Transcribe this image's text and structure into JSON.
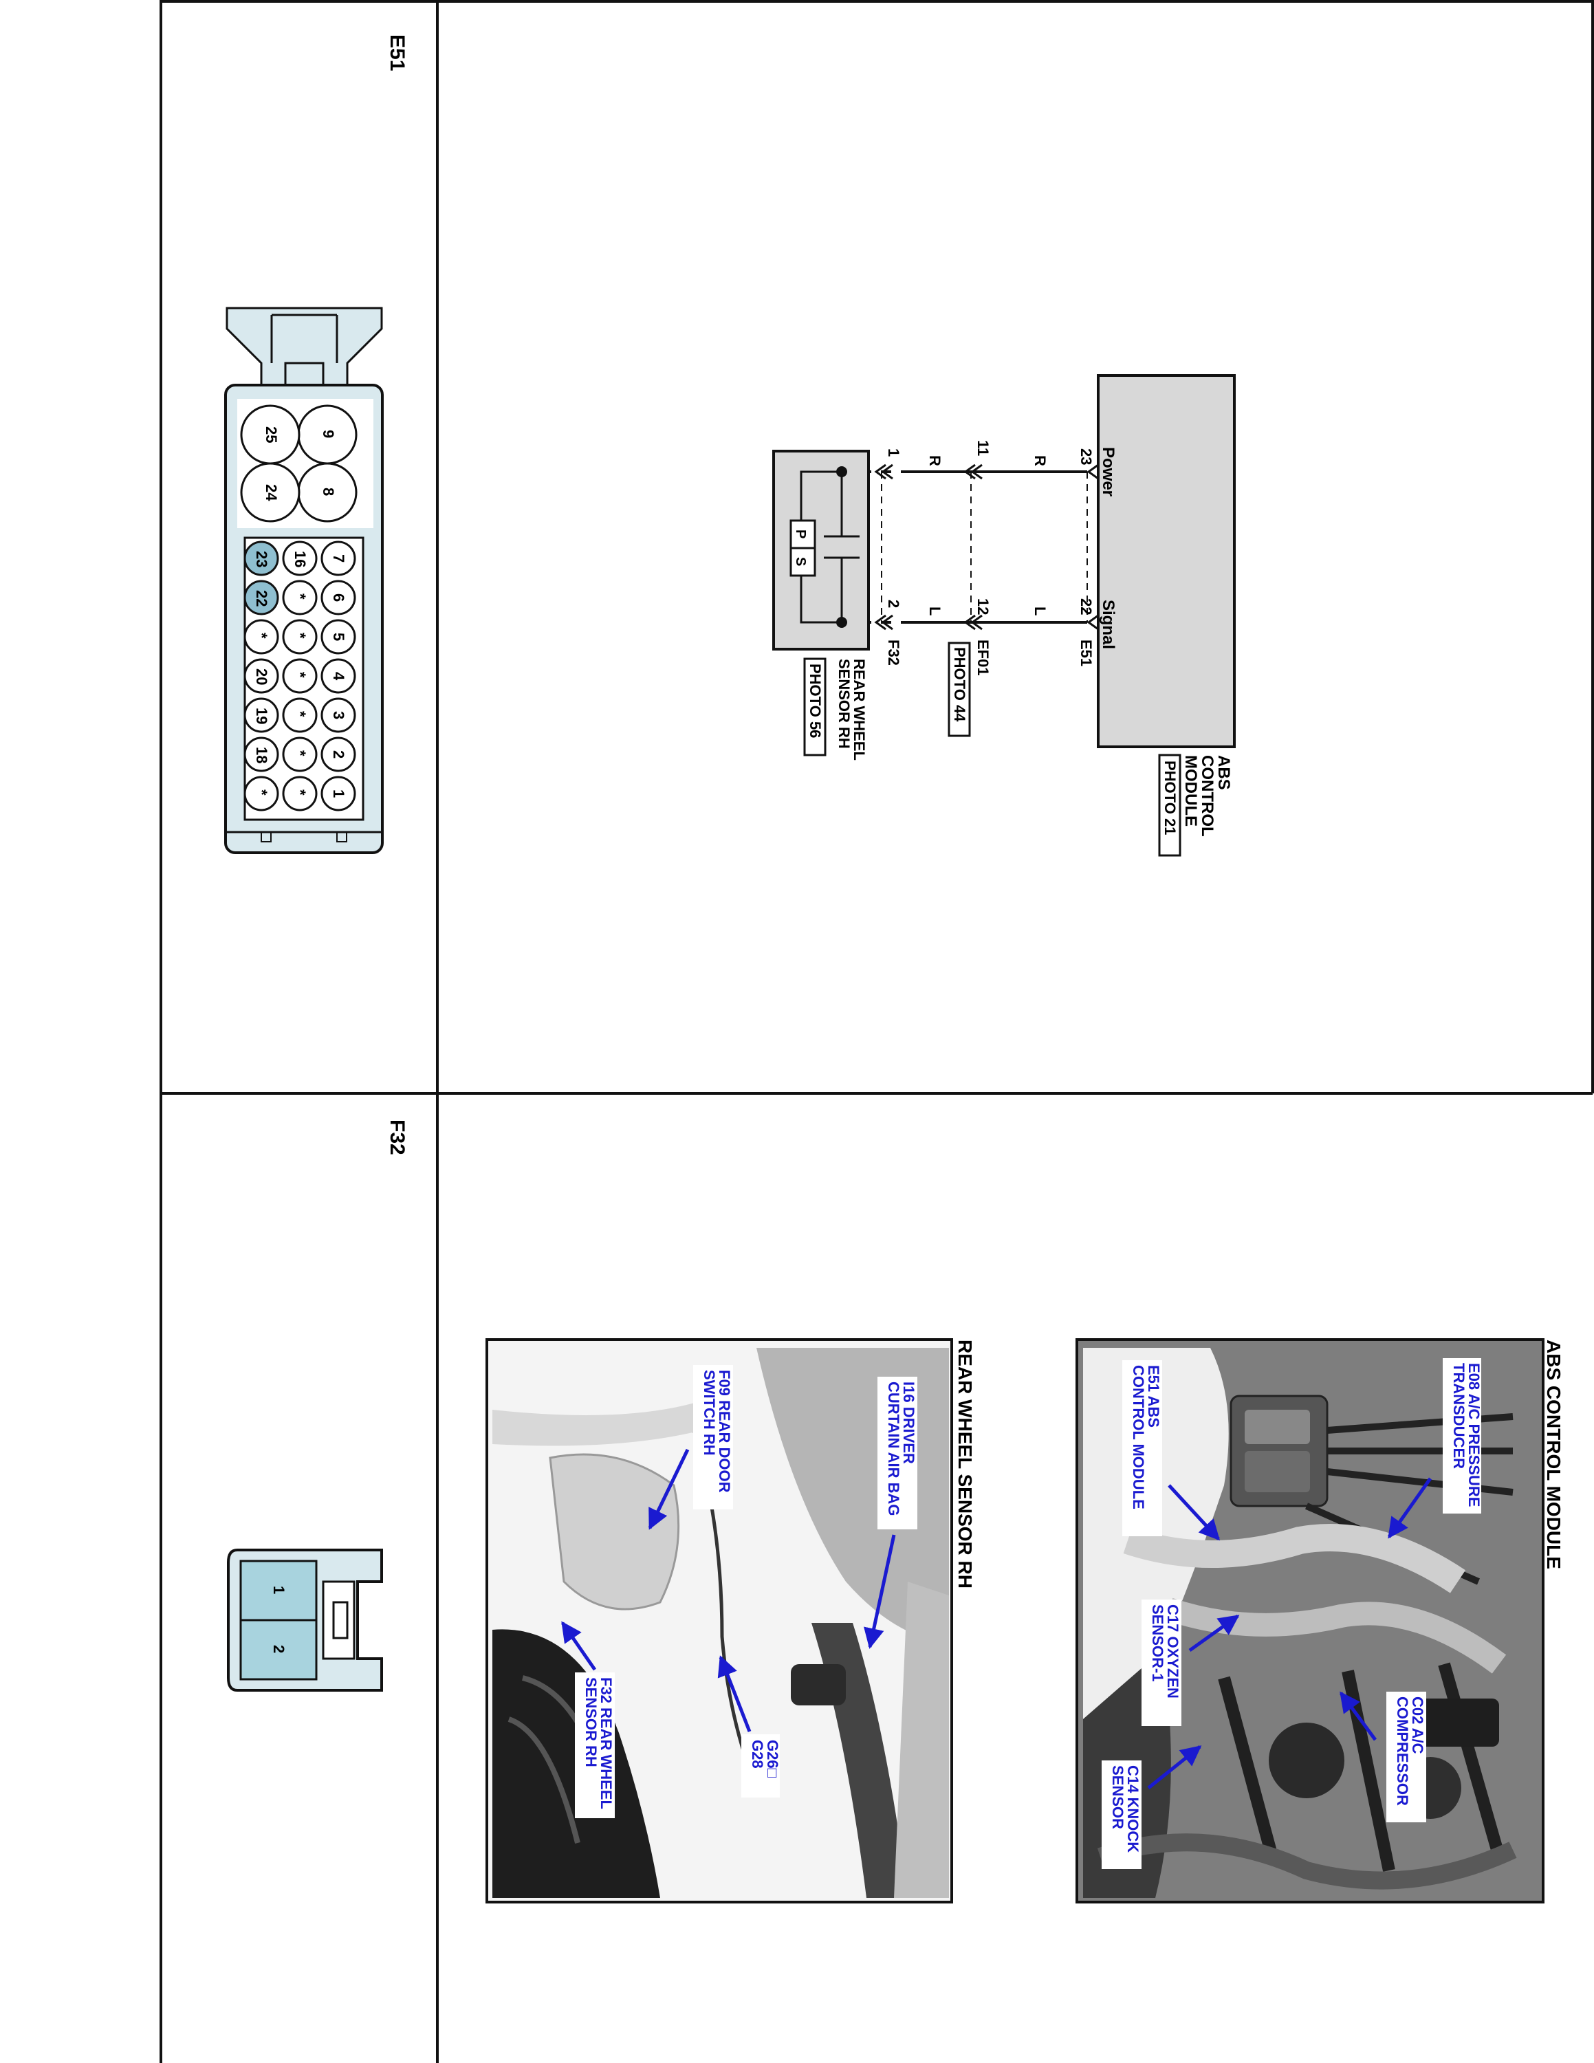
{
  "sections": {
    "e51_label": "E51",
    "f32_label": "F32"
  },
  "e51_connector": {
    "big_pins": [
      "9",
      "8",
      "25",
      "24"
    ],
    "row_top": [
      "7",
      "6",
      "5",
      "4",
      "3",
      "2",
      "1"
    ],
    "row_mid": [
      "16",
      "*",
      "*",
      "*",
      "*",
      "*",
      "*"
    ],
    "row_bot": [
      "23",
      "22",
      "*",
      "20",
      "19",
      "18",
      "*"
    ],
    "highlighted_pins": [
      "23",
      "22"
    ],
    "highlight_color": "#8fbfd0"
  },
  "f32_connector": {
    "pins": [
      "1",
      "2"
    ],
    "pin_color": "#a8d3de"
  },
  "schematic": {
    "module_name_lines": [
      "ABS",
      "CONTROL",
      "MODULE"
    ],
    "module_photo": "PHOTO 21",
    "module_connector": "E51",
    "power_label": "Power",
    "signal_label": "Signal",
    "pin_power": "23",
    "pin_signal": "22",
    "wire_power": "R",
    "wire_signal": "L",
    "inline_connector": "EF01",
    "inline_photo": "PHOTO 44",
    "inline_pin_power": "11",
    "inline_pin_signal": "12",
    "sensor_connector": "F32",
    "sensor_pin_power": "1",
    "sensor_pin_signal": "2",
    "sensor_name_lines": [
      "REAR WHEEL",
      "SENSOR RH"
    ],
    "sensor_photo": "PHOTO 56",
    "sensor_p": "P",
    "sensor_s": "S"
  },
  "photo_abs": {
    "title": "ABS CONTROL MODULE",
    "callouts": [
      {
        "lines": [
          "E08 A/C PRESSURE",
          "TRANSDUCER"
        ]
      },
      {
        "lines": [
          "E51 ABS",
          "CONTROL MODULE"
        ]
      },
      {
        "lines": [
          "C17 OXYZEN",
          "SENSOR-1"
        ]
      },
      {
        "lines": [
          "C02 A/C",
          "COMPRESSOR"
        ]
      },
      {
        "lines": [
          "C14 KNOCK",
          "SENSOR"
        ]
      }
    ]
  },
  "photo_rws": {
    "title": "REAR WHEEL SENSOR RH",
    "callouts": [
      {
        "lines": [
          "I16 DRIVER",
          "CURTAIN AIR BAG"
        ]
      },
      {
        "lines": [
          "F09 REAR DOOR",
          "SWITCH RH"
        ]
      },
      {
        "lines": [
          "G26□",
          "G28"
        ]
      },
      {
        "lines": [
          "F32 REAR WHEEL",
          "SENSOR RH"
        ]
      }
    ]
  },
  "colors": {
    "line": "#111111",
    "module_fill": "#d8d8d8",
    "callout_text": "#1a1ad0",
    "arrow": "#1a1ad0",
    "photo_gray": "#b5b5b5"
  }
}
